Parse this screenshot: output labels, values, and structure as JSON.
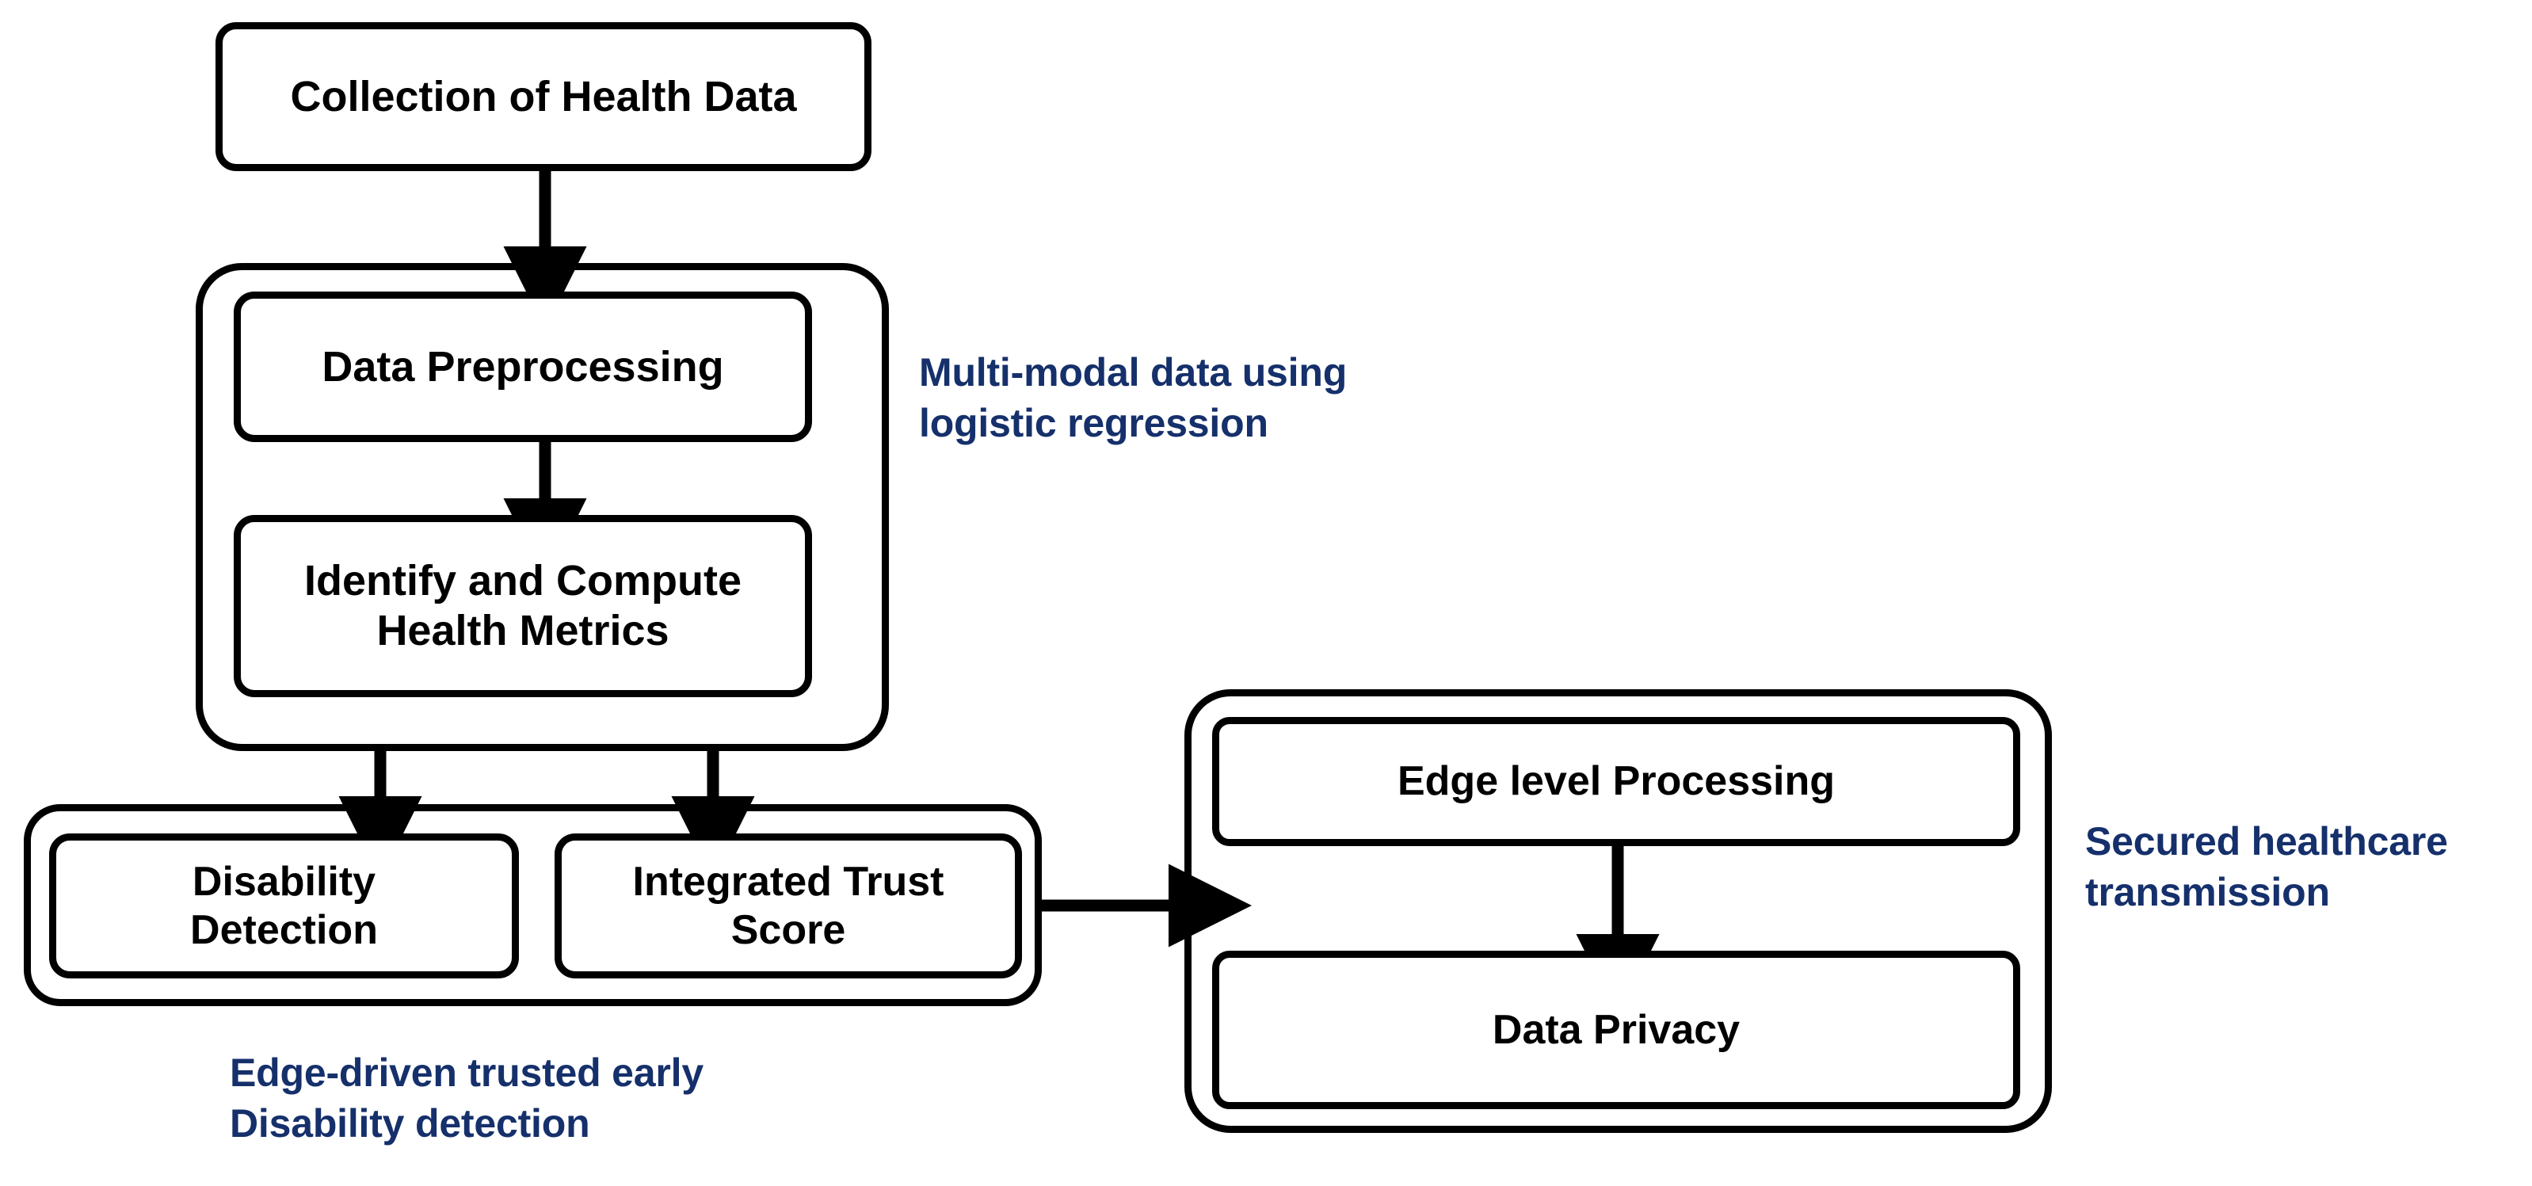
{
  "diagram": {
    "title_present": false,
    "colors": {
      "stroke": "#000000",
      "fill": "#ffffff",
      "annotation": "#15306b"
    },
    "nodes": {
      "collection": "Collection of Health Data",
      "preprocessing": "Data Preprocessing",
      "metrics": "Identify and Compute\nHealth Metrics",
      "disability": "Disability\nDetection",
      "trust": "Integrated Trust\nScore",
      "edge_processing": "Edge level Processing",
      "data_privacy": "Data Privacy"
    },
    "annotations": {
      "multimodal": "Multi-modal data using\nlogistic regression",
      "secured": "Secured healthcare\ntransmission",
      "edge_driven": "Edge-driven trusted early\nDisability detection"
    },
    "groups": {
      "multimodal_group_label": "Multi-modal data using logistic regression",
      "edge_detection_group_label": "Edge-driven trusted early Disability detection",
      "secured_group_label": "Secured healthcare transmission"
    },
    "edges": [
      {
        "from": "collection",
        "to": "preprocessing",
        "direction": "down"
      },
      {
        "from": "preprocessing",
        "to": "metrics",
        "direction": "down"
      },
      {
        "from": "multimodal_group",
        "to": "disability",
        "direction": "down"
      },
      {
        "from": "multimodal_group",
        "to": "trust",
        "direction": "down"
      },
      {
        "from": "edge_detection_group",
        "to": "secured_group",
        "direction": "right"
      },
      {
        "from": "edge_processing",
        "to": "data_privacy",
        "direction": "down"
      }
    ]
  }
}
